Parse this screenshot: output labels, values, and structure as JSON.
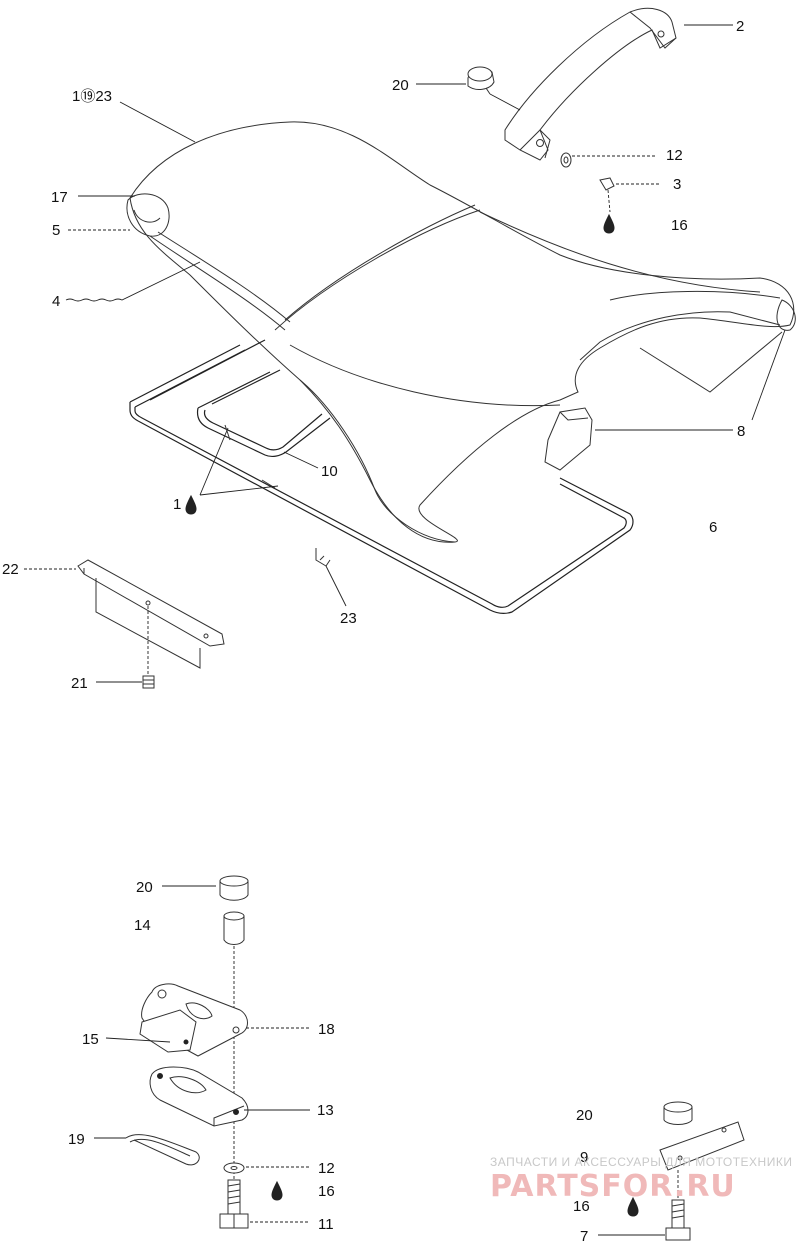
{
  "callouts": {
    "c1": "1",
    "c1_23": "1⑲23",
    "c2": "2",
    "c3": "3",
    "c4": "4",
    "c5": "5",
    "c6": "6",
    "c7": "7",
    "c8": "8",
    "c9": "9",
    "c10": "10",
    "c11": "11",
    "c12a": "12",
    "c12b": "12",
    "c13": "13",
    "c14": "14",
    "c15": "15",
    "c16a": "16",
    "c16b": "16",
    "c16c": "16",
    "c17": "17",
    "c18": "18",
    "c19": "19",
    "c20a": "20",
    "c20b": "20",
    "c20c": "20",
    "c21": "21",
    "c22": "22",
    "c23": "23"
  },
  "icons": {
    "drop": "oil-drop-icon"
  },
  "watermark": {
    "top_text": "ЗАПЧАСТИ И АКСЕССУАРЫ ДЛЯ МОТОТЕХНИКИ",
    "logo_text": "PARTSFOR.RU",
    "color": "#f0b9b9"
  }
}
